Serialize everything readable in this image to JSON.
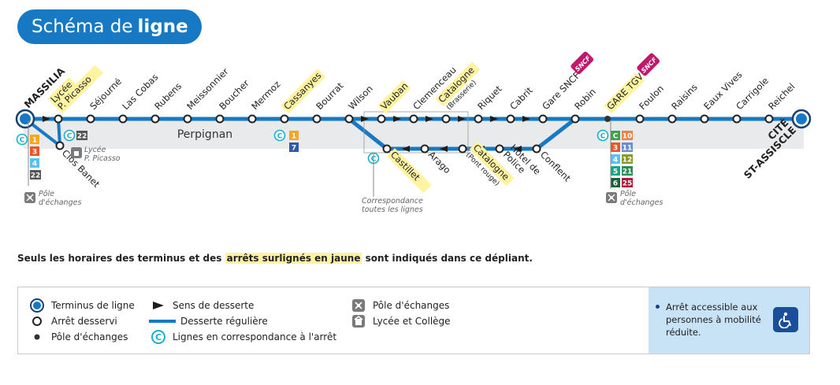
{
  "title": {
    "normal": "Schéma de",
    "bold": "ligne"
  },
  "colors": {
    "line": "#1779c4",
    "band": "#e8eaeb",
    "highlight": "#fdf3a0",
    "correspondence": "#1ab0c8",
    "sncf": "#c0186b"
  },
  "terminus_west": "MASSILIA",
  "terminus_east": [
    "CITÉ",
    "ST-ASSISCLE"
  ],
  "city_label": "Perpignan",
  "stops_top": [
    {
      "label": [
        "Lycée",
        "P. Picasso"
      ],
      "highlight": true
    },
    {
      "label": [
        "Séjourné"
      ]
    },
    {
      "label": [
        "Las Cobas"
      ]
    },
    {
      "label": [
        "Rubens"
      ]
    },
    {
      "label": [
        "Meissonnier"
      ]
    },
    {
      "label": [
        "Boucher"
      ]
    },
    {
      "label": [
        "Mermoz"
      ]
    },
    {
      "label": [
        "Cassanyes"
      ],
      "highlight": true
    },
    {
      "label": [
        "Bourrat"
      ]
    },
    {
      "label": [
        "Wilson"
      ]
    },
    {
      "label": [
        "Vauban"
      ],
      "highlight": true
    },
    {
      "label": [
        "Clemenceau"
      ]
    },
    {
      "label": [
        "Catalogne",
        "(Brasserie)"
      ],
      "highlight": true
    },
    {
      "label": [
        "Riquet"
      ]
    },
    {
      "label": [
        "Cabrit"
      ]
    },
    {
      "label": [
        "Gare SNCF"
      ]
    },
    {
      "label": [
        "Robin"
      ]
    },
    {
      "label": [
        "GARE TGV"
      ],
      "highlight": true
    },
    {
      "label": [
        "Foulon"
      ]
    },
    {
      "label": [
        "Raisins"
      ]
    },
    {
      "label": [
        "Eaux Vives"
      ]
    },
    {
      "label": [
        "Carrigole"
      ]
    },
    {
      "label": [
        "Reichel"
      ]
    }
  ],
  "stops_bottom": [
    {
      "label": [
        "Clos Banet"
      ]
    },
    {
      "label": [
        "Castillet"
      ],
      "highlight": true
    },
    {
      "label": [
        "Arago"
      ]
    },
    {
      "label": [
        "Catalogne",
        "(Pont rouge)"
      ],
      "highlight": true
    },
    {
      "label": [
        "Hôtel de",
        "Police"
      ]
    },
    {
      "label": [
        "Conflent"
      ]
    }
  ],
  "sncf_label": "SNCF",
  "correspondences": {
    "massilia": {
      "lines": [
        "1",
        "3",
        "4",
        "22"
      ],
      "colors": [
        "#f5a623",
        "#e8562a",
        "#5bc0eb",
        "#555555"
      ]
    },
    "lycee": {
      "lines": [
        "22"
      ],
      "colors": [
        "#555555"
      ]
    },
    "cassanyes": {
      "lines": [
        "1",
        "7"
      ],
      "colors": [
        "#f5a623",
        "#2e5aa8"
      ]
    },
    "gare_tgv": {
      "lines": [
        "C",
        "10",
        "3",
        "11",
        "4",
        "12",
        "5",
        "21",
        "6",
        "25"
      ],
      "colors": [
        "#3aa54a",
        "#e8834a",
        "#e8562a",
        "#6a8fd0",
        "#5bc0eb",
        "#8a9a2a",
        "#17a589",
        "#2e8b57",
        "#1d5f3a",
        "#b0183b"
      ]
    }
  },
  "annotations": {
    "lycee": [
      "Lycée",
      "P. Picasso"
    ],
    "pole_massilia": [
      "Pôle",
      "d'échanges"
    ],
    "pole_gare_tgv": [
      "Pôle",
      "d'échanges"
    ],
    "castillet_all": [
      "Correspondance",
      "toutes les lignes"
    ]
  },
  "note": {
    "prefix": "Seuls les horaires des terminus et des",
    "highlight": "arrêts surlignés en jaune",
    "suffix": "sont indiqués dans ce dépliant."
  },
  "legend": {
    "terminus": "Terminus de ligne",
    "stop": "Arrêt desservi",
    "pole": "Pôle d'échanges",
    "direction": "Sens de desserte",
    "regular": "Desserte régulière",
    "correspondence": "Lignes en correspondance à l'arrêt",
    "hub": "Pôle d'échanges",
    "school": "Lycée et Collège",
    "accessible": "Arrêt accessible aux personnes à mobilité réduite."
  }
}
